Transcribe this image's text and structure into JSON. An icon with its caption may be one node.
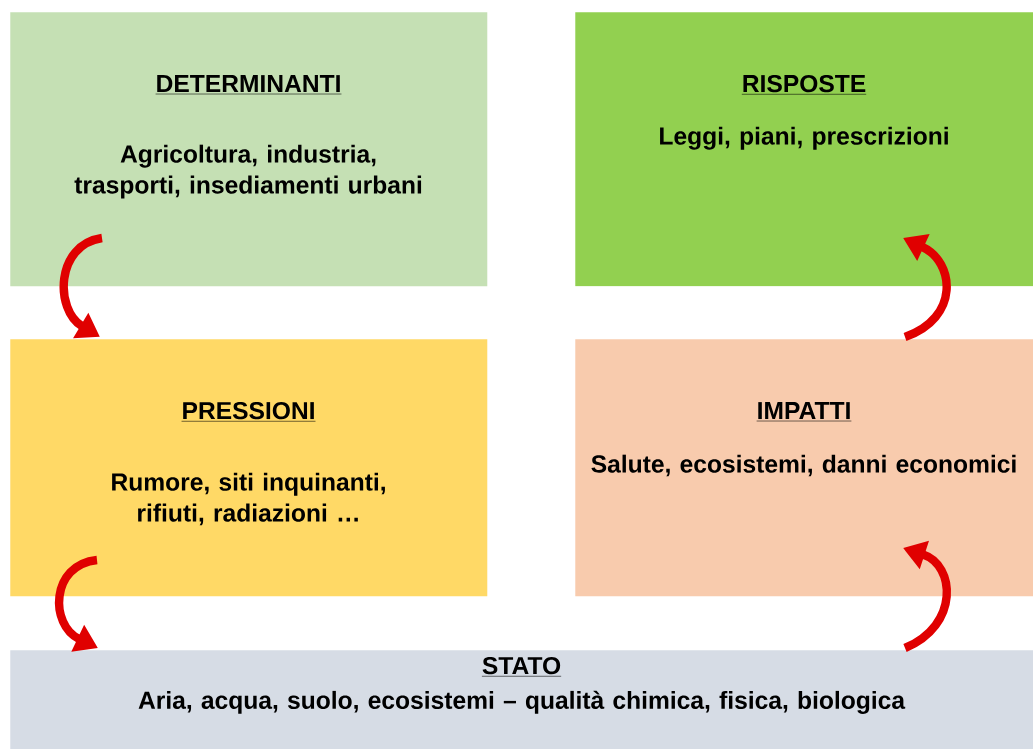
{
  "diagram": {
    "nodes": [
      {
        "text": [
          "DETERMINANTI",
          "Agricoltura, industria, trasporti, insediamenti urbani"
        ]
      },
      {
        "text": [
          "RISPOSTE",
          "Leggi, piani, prescrizioni"
        ]
      },
      {
        "text": [
          "PRESSIONI",
          "Rumore, siti inquinanti, rifiuti, radiazioni …"
        ]
      },
      {
        "text": [
          "IMPATTI",
          "Salute, ecosistemi, danni economici"
        ]
      },
      {
        "text": [
          "STATO",
          "Aria, acqua, suolo, ecosistemi – qualità chimica, fisica, biologica"
        ]
      }
    ],
    "edges": [
      {
        "from": 0,
        "to": 2,
        "arrow": "to"
      },
      {
        "from": 2,
        "to": 4,
        "arrow": "to"
      },
      {
        "from": 4,
        "to": 3,
        "arrow": "to"
      },
      {
        "from": 3,
        "to": 1,
        "arrow": "to"
      }
    ]
  }
}
